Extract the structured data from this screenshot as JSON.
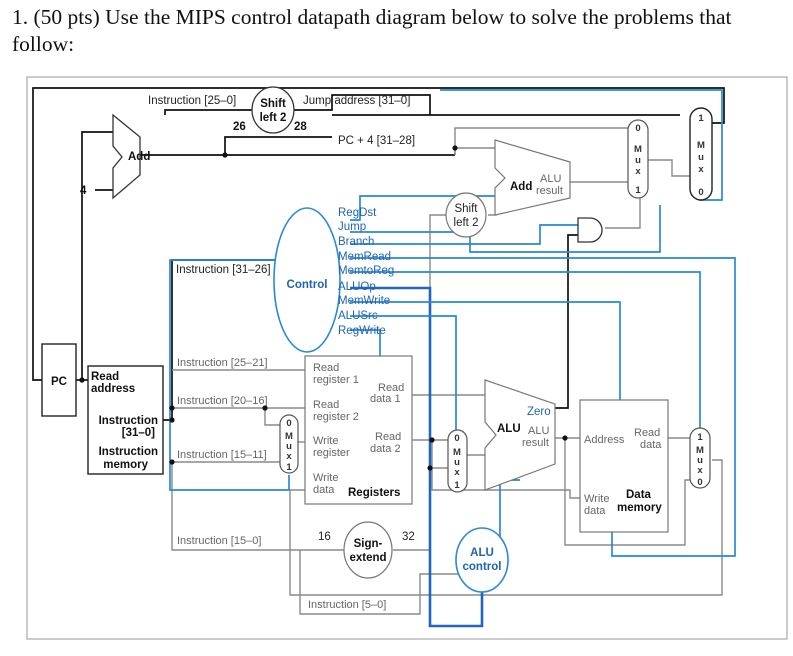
{
  "question": {
    "text": "1. (50 pts) Use the MIPS control datapath diagram below to solve the problems that follow:"
  },
  "diagram": {
    "labels": {
      "instr_25_0": "Instruction [25–0]",
      "jump_address": "Jump address [31–0]",
      "shift_left_2_a": "Shift",
      "shift_left_2_b": "left 2",
      "bits_26": "26",
      "bits_28": "28",
      "pc_plus_4": "PC + 4 [31–28]",
      "add": "Add",
      "four": "4",
      "add_alu": "Add",
      "alu_result_a": "ALU",
      "alu_result_b": "result",
      "shift2_a": "Shift",
      "shift2_b": "left 2",
      "control": "Control",
      "instr_31_26": "Instruction [31–26]",
      "instr_25_21": "Instruction [25–21]",
      "instr_20_16": "Instruction [20–16]",
      "instr_15_11": "Instruction [15–11]",
      "instr_15_0": "Instruction [15–0]",
      "instr_5_0": "Instruction [5–0]",
      "pc": "PC",
      "read_address_a": "Read",
      "read_address_b": "address",
      "instruction_a": "Instruction",
      "instruction_b": "[31–0]",
      "imem_a": "Instruction",
      "imem_b": "memory",
      "read_reg1_a": "Read",
      "read_reg1_b": "register 1",
      "read_reg2_a": "Read",
      "read_reg2_b": "register 2",
      "write_reg_a": "Write",
      "write_reg_b": "register",
      "write_data_a": "Write",
      "write_data_b": "data",
      "registers": "Registers",
      "read_data1_a": "Read",
      "read_data1_b": "data 1",
      "read_data2_a": "Read",
      "read_data2_b": "data 2",
      "zero": "Zero",
      "alu": "ALU",
      "alu_res_a": "ALU",
      "alu_res_b": "result",
      "address": "Address",
      "dm_read_a": "Read",
      "dm_read_b": "data",
      "dm_write_a": "Write",
      "dm_write_b": "data",
      "dmem_a": "Data",
      "dmem_b": "memory",
      "sign_a": "Sign-",
      "sign_b": "extend",
      "bits_16": "16",
      "bits_32": "32",
      "alu_control_a": "ALU",
      "alu_control_b": "control",
      "mux_letters": [
        "M",
        "u",
        "x"
      ],
      "mux_zero": "0",
      "mux_one": "1"
    },
    "control_signals": [
      "RegDst",
      "Jump",
      "Branch",
      "MemRead",
      "MemtoReg",
      "ALUOp",
      "MemWrite",
      "ALUSrc",
      "RegWrite"
    ]
  }
}
